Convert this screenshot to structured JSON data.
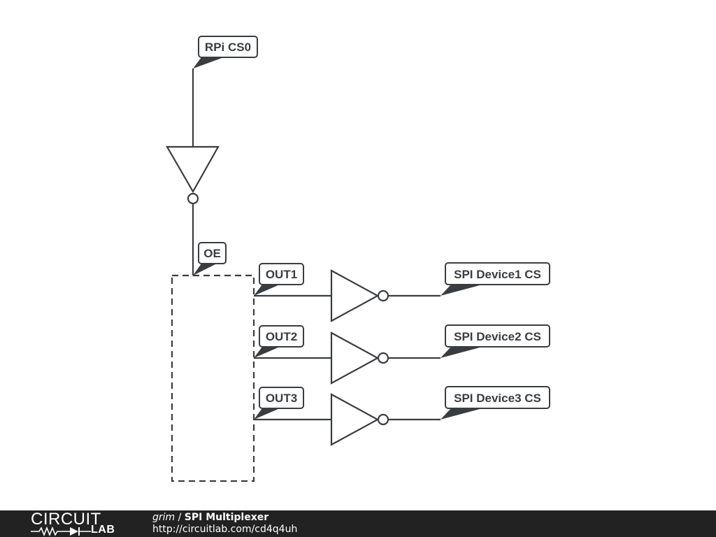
{
  "colors": {
    "ink": "#3a3d40",
    "background": "#ffffff",
    "footer_bg": "#222222",
    "footer_text": "#ffffff"
  },
  "schematic": {
    "net_labels": {
      "rpi_cs0": "RPi CS0",
      "oe": "OE",
      "out1": "OUT1",
      "out2": "OUT2",
      "out3": "OUT3",
      "device1_cs": "SPI Device1 CS",
      "device2_cs": "SPI Device2 CS",
      "device3_cs": "SPI Device3 CS"
    },
    "components": [
      {
        "kind": "inverter",
        "icon": "inverter-symbol"
      },
      {
        "kind": "block",
        "icon": "dashed-box"
      },
      {
        "kind": "inverter",
        "icon": "inverter-symbol"
      },
      {
        "kind": "inverter",
        "icon": "inverter-symbol"
      },
      {
        "kind": "inverter",
        "icon": "inverter-symbol"
      }
    ]
  },
  "footer": {
    "logo_top": "CIRCUIT",
    "logo_bottom": "LAB",
    "author": "grim",
    "separator": " / ",
    "title": "SPI Multiplexer",
    "url": "http://circuitlab.com/cd4q4uh"
  }
}
